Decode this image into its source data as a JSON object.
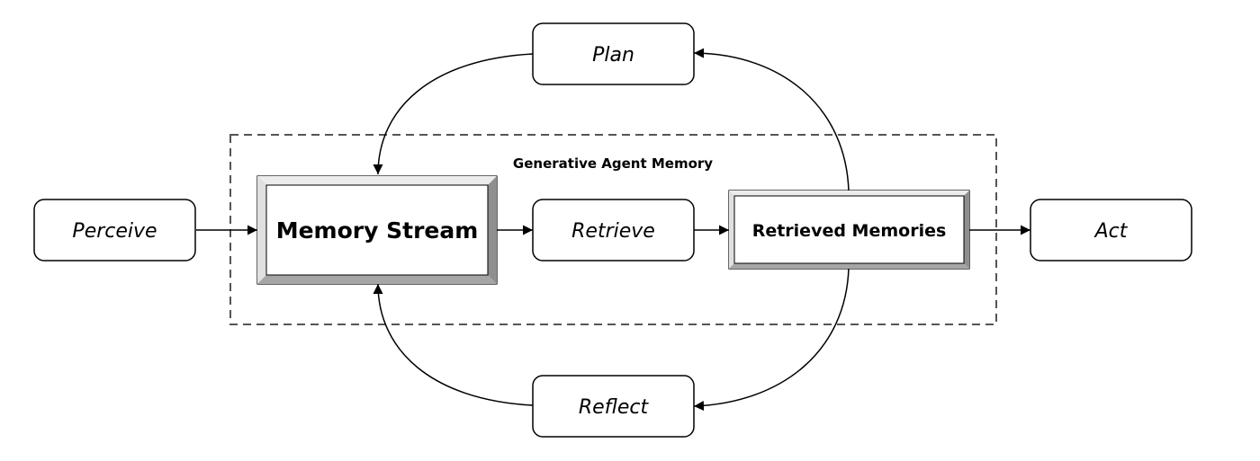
{
  "diagram": {
    "container_label": "Generative Agent Memory",
    "nodes": {
      "plan": "Plan",
      "perceive": "Perceive",
      "memory_stream": "Memory Stream",
      "retrieve": "Retrieve",
      "retrieved_memories": "Retrieved Memories",
      "act": "Act",
      "reflect": "Reflect"
    }
  },
  "colors": {
    "stroke": "#000000",
    "container_border": "#555555",
    "bevel_light": "#e8e8e8",
    "bevel_mid": "#bdbdbd",
    "bevel_dark": "#8f8f8f"
  }
}
